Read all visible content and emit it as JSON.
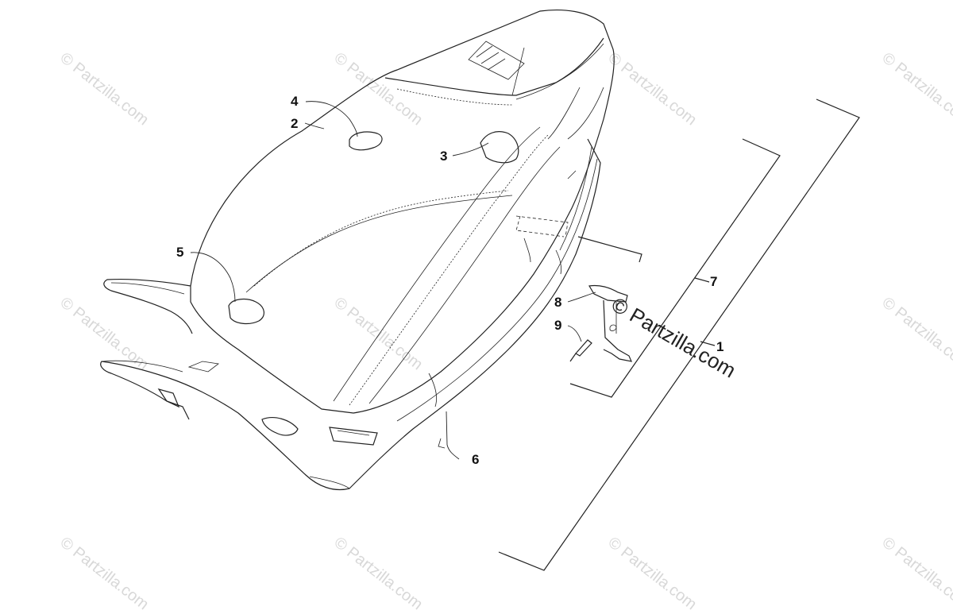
{
  "watermark": {
    "text": "© Partzilla.com"
  },
  "callouts": [
    {
      "id": "1",
      "label": "1"
    },
    {
      "id": "2",
      "label": "2"
    },
    {
      "id": "3",
      "label": "3"
    },
    {
      "id": "4",
      "label": "4"
    },
    {
      "id": "5",
      "label": "5"
    },
    {
      "id": "6",
      "label": "6"
    },
    {
      "id": "7",
      "label": "7"
    },
    {
      "id": "8",
      "label": "8"
    },
    {
      "id": "9",
      "label": "9"
    }
  ],
  "colors": {
    "line": "#222222",
    "watermark": "#d8d8d8",
    "background": "#ffffff"
  }
}
